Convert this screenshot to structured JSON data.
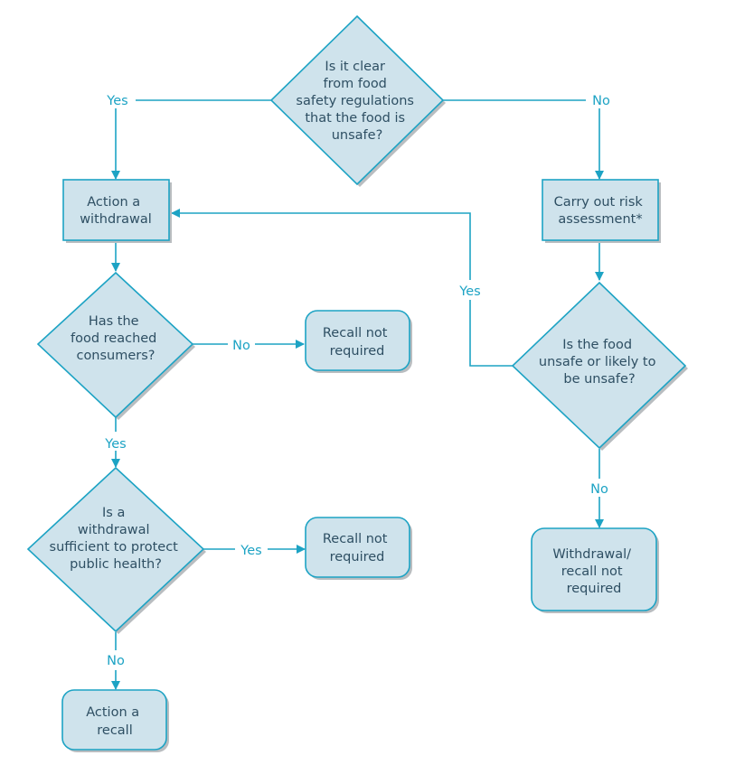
{
  "nodes": {
    "q_clear": {
      "lines": [
        "Is it clear",
        "from food",
        "safety regulations",
        "that the food is",
        "unsafe?"
      ]
    },
    "action_withdrawal": {
      "lines": [
        "Action a",
        "withdrawal"
      ]
    },
    "risk_assessment": {
      "lines": [
        "Carry out risk",
        "assessment*"
      ]
    },
    "q_consumers": {
      "lines": [
        "Has the",
        "food reached",
        "consumers?"
      ]
    },
    "recall_not_required_1": {
      "lines": [
        "Recall not",
        "required"
      ]
    },
    "q_unsafe": {
      "lines": [
        "Is the food",
        "unsafe or likely to",
        "be unsafe?"
      ]
    },
    "q_sufficient": {
      "lines": [
        "Is  a",
        "withdrawal",
        "sufficient to protect",
        "public health?"
      ]
    },
    "recall_not_required_2": {
      "lines": [
        "Recall not",
        "required"
      ]
    },
    "withdrawal_recall_not_required": {
      "lines": [
        "Withdrawal/",
        "recall not",
        "required"
      ]
    },
    "action_recall": {
      "lines": [
        "Action a",
        "recall"
      ]
    }
  },
  "edge_labels": {
    "clear_yes": "Yes",
    "clear_no": "No",
    "unsafe_yes": "Yes",
    "consumers_no": "No",
    "consumers_yes": "Yes",
    "unsafe_no": "No",
    "sufficient_yes": "Yes",
    "sufficient_no": "No"
  },
  "colors": {
    "shape_fill": "#cfe3ec",
    "stroke": "#1da3c4",
    "node_text": "#2e4f63",
    "shadow": "#b9bdc0"
  }
}
